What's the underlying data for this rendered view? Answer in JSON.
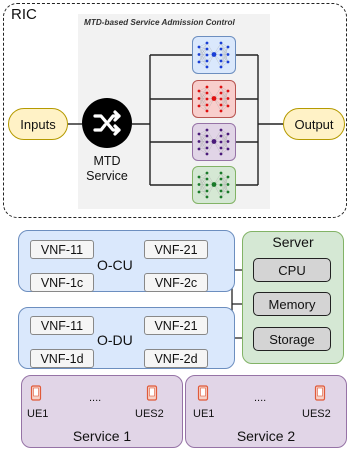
{
  "ric": {
    "label": "RIC",
    "panel_title": "MTD-based Service Admission Control",
    "inputs_label": "Inputs",
    "output_label": "Output",
    "mtd_label_line1": "MTD",
    "mtd_label_line2": "Service",
    "service_models": [
      {
        "color": "blue"
      },
      {
        "color": "red"
      },
      {
        "color": "purple"
      },
      {
        "color": "green"
      }
    ]
  },
  "ocu": {
    "label": "O-CU",
    "vnf_tl": "VNF-11",
    "vnf_tr": "VNF-21",
    "vnf_bl": "VNF-1c",
    "vnf_br": "VNF-2c"
  },
  "odu": {
    "label": "O-DU",
    "vnf_tl": "VNF-11",
    "vnf_tr": "VNF-21",
    "vnf_bl": "VNF-1d",
    "vnf_br": "VNF-2d"
  },
  "server": {
    "title": "Server",
    "resources": [
      "CPU",
      "Memory",
      "Storage"
    ]
  },
  "services": [
    {
      "name": "Service 1",
      "ue_first": "UE1",
      "ue_last": "UES2",
      "ellipsis": "...."
    },
    {
      "name": "Service 2",
      "ue_first": "UE1",
      "ue_last": "UES2",
      "ellipsis": "...."
    }
  ],
  "colors": {
    "blue_fill": "#dae8fc",
    "blue_stroke": "#6c8ebf",
    "red_fill": "#f8cecc",
    "red_stroke": "#b85450",
    "purple_fill": "#e1d5e7",
    "purple_stroke": "#9673a6",
    "green_fill": "#d5e8d4",
    "green_stroke": "#82b366",
    "yellow_fill": "#fff2c6",
    "yellow_stroke": "#b59a00"
  }
}
